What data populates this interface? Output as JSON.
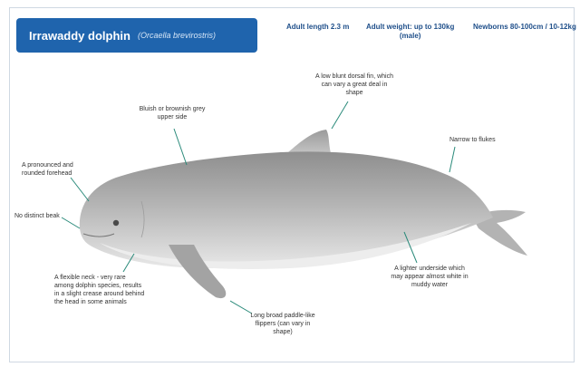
{
  "header": {
    "title": "Irrawaddy dolphin",
    "latin_name": "(Orcaella brevirostris)"
  },
  "stats": {
    "length": "Adult length 2.3 m",
    "weight_line1": "Adult weight: up to 130kg",
    "weight_line2": "(male)",
    "newborn": "Newborns 80-100cm / 10-12kg"
  },
  "callouts": {
    "dorsal_fin": [
      "A low blunt dorsal fin, which",
      "can vary a great deal in",
      "shape"
    ],
    "upper_side": [
      "Bluish or brownish grey",
      "upper side"
    ],
    "rounded_forehead": [
      "A pronounced and",
      "rounded forehead"
    ],
    "no_beak": [
      "No distinct beak"
    ],
    "flexible_neck": [
      "A flexible neck - very rare",
      "among dolphin species, results",
      "in a slight crease around behind",
      "the head in some animals"
    ],
    "narrow_flukes": [
      "Narrow to flukes"
    ],
    "lighter_underside": [
      "A lighter underside which",
      "may appear almost white in",
      "muddy water"
    ],
    "flippers": [
      "Long broad paddle-like",
      "flippers (can vary in",
      "shape)"
    ]
  },
  "colors": {
    "title_bar": "#1f64ad",
    "body_grey": "#a9a9a9",
    "belly": "#e6e6e6",
    "leader_line": "#2a8a7a"
  }
}
